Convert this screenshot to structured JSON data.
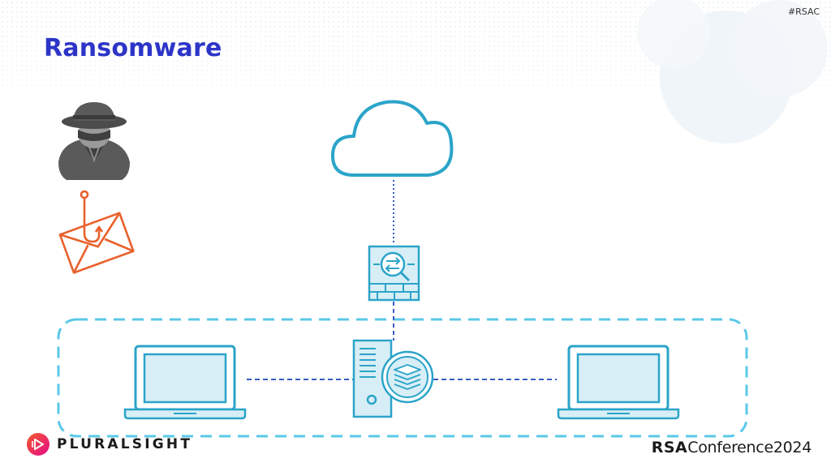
{
  "slide": {
    "hashtag": "#RSAC",
    "title": "Ransomware"
  },
  "diagram": {
    "nodes": [
      {
        "name": "attacker",
        "icon": "spy-icon"
      },
      {
        "name": "phishing-email",
        "icon": "phishing-email-icon"
      },
      {
        "name": "cloud",
        "icon": "cloud-icon"
      },
      {
        "name": "firewall",
        "icon": "firewall-inspection-icon"
      },
      {
        "name": "server",
        "icon": "database-server-icon"
      },
      {
        "name": "laptop-left",
        "icon": "laptop-icon"
      },
      {
        "name": "laptop-right",
        "icon": "laptop-icon"
      }
    ],
    "connections": [
      {
        "from": "cloud",
        "to": "firewall",
        "style": "dotted"
      },
      {
        "from": "firewall",
        "to": "server",
        "style": "dashed"
      },
      {
        "from": "laptop-left",
        "to": "server",
        "style": "dashed"
      },
      {
        "from": "server",
        "to": "laptop-right",
        "style": "dashed"
      }
    ],
    "colors": {
      "title": "#2d35c8",
      "network_icons": "#2ba4c9",
      "lan_boundary": "#5bc8e8",
      "connector": "#3a5bc7",
      "attacker": "#555555",
      "phishing": "#e8612c"
    }
  },
  "footer": {
    "left_brand": "PLURALSIGHT",
    "right_brand_bold": "RSA",
    "right_brand_text": "Conference",
    "right_brand_year": "2024"
  }
}
